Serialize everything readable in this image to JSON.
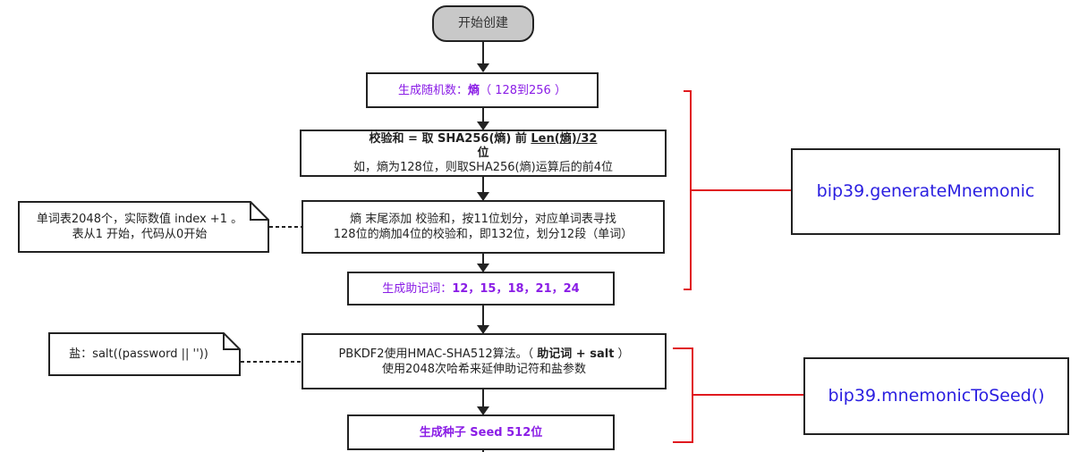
{
  "diagram": {
    "start": {
      "label": "开始创建"
    },
    "steps": [
      {
        "prefix": "生成随机数：",
        "emph": "熵",
        "suffix": "（ 128到256 ）"
      },
      {
        "line1_a": "校验和 = 取 SHA256(熵) 前 ",
        "line1_u": "Len(熵)/32",
        "line2": "位",
        "line3": "如，熵为128位，则取SHA256(熵)运算后的前4位"
      },
      {
        "line1": "熵 末尾添加 校验和，按11位划分，对应单词表寻找",
        "line2": "128位的熵加4位的校验和，即132位，划分12段（单词）"
      },
      {
        "prefix": "生成助记词：",
        "values": "12，15，18，21，24"
      },
      {
        "line1_a": "PBKDF2使用HMAC-SHA512算法。（ ",
        "line1_b": "助记词 + salt",
        "line1_c": " ）",
        "line2": "使用2048次哈希来延伸助记符和盐参数"
      },
      {
        "label": "生成种子 Seed 512位"
      }
    ],
    "notes": [
      {
        "line1": "单词表2048个，实际数值 index +1 。",
        "line2": "表从1 开始，代码从0开始"
      },
      {
        "line1": "盐：salt((password || ''))"
      }
    ],
    "apis": [
      {
        "label": "bip39.generateMnemonic"
      },
      {
        "label": "bip39.mnemonicToSeed()"
      }
    ],
    "colors": {
      "bracket": "#e0191f",
      "api_text": "#2a1ee0",
      "step_purple": "#8a1de6",
      "start_fill": "#c8c8c8"
    }
  }
}
